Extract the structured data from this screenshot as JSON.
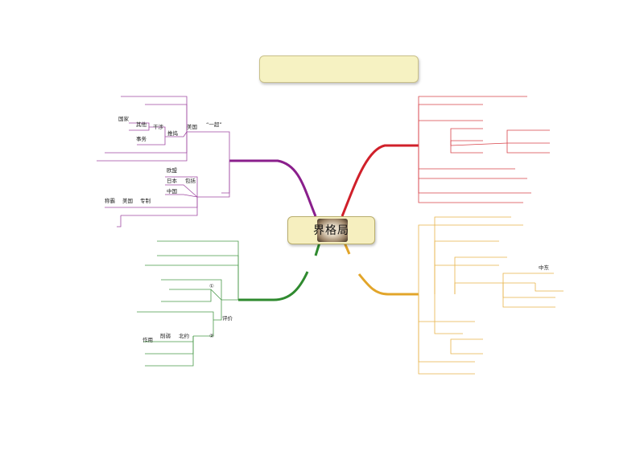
{
  "title_box": {
    "text": ""
  },
  "center": {
    "text": "界格局"
  },
  "branch_colors": {
    "purple": "#8a1f8c",
    "red": "#d0202a",
    "green": "#2f8a2f",
    "orange": "#e2a52a"
  },
  "labels": {
    "meiguo_top": "美国",
    "yichao": "“一超”",
    "tuijin": "推捣",
    "ganshe": "干涉",
    "guojia": "国家",
    "qita": "其他",
    "shiwu": "事务",
    "oumeng": "欧盟",
    "riben": "日本",
    "zhongguo": "中国",
    "baokuo": "包括",
    "chengba": "称霸",
    "meiguo_left": "美国",
    "zhuanzhi": "专制",
    "circle1": "①",
    "circle2": "②",
    "pingjia": "评价",
    "zuoyong": "作用",
    "xueruo": "削弱",
    "beiyue": "北约",
    "zhongdong": "中东"
  }
}
